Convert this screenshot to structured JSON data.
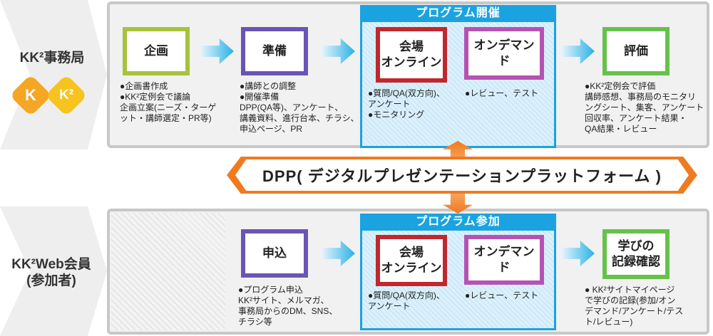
{
  "actors": {
    "office": "KK²事務局",
    "member": "KK²Web会員\n(参加者)"
  },
  "logo": {
    "letter1": "K",
    "letter2": "K²",
    "color1": "#f5a623",
    "color2": "#f7c31e"
  },
  "top": {
    "highlight_title": "プログラム開催",
    "boxes": {
      "plan": "企画",
      "prep": "準備",
      "venue": "会場\nオンライン",
      "ondemand": "オンデマンド",
      "eval": "評価"
    },
    "notes": {
      "plan": "●企画書作成\n●KK²定例会で議論\n企画立案(ニーズ・ターゲ\nット・講師選定・PR等)",
      "prep": "●講師との調整\n●開催準備\nDPP(QA等)、アンケート、\n講義資料、進行台本、チラシ、\n申込ページ、PR",
      "venue": "●質問/QA(双方向)、\nアンケート\n●モニタリング",
      "ondemand": "●レビュー、テスト",
      "eval": "●KK²定例会で評価\n講師感想、事務局のモニタリ\nングシート、集客、アンケート\n回収率、アンケート結果・\nQA結果・レビュー"
    }
  },
  "dpp": "DPP( デジタルプレゼンテーションプラットフォーム )",
  "bottom": {
    "highlight_title": "プログラム参加",
    "boxes": {
      "apply": "申込",
      "venue": "会場\nオンライン",
      "ondemand": "オンデマンド",
      "record": "学びの\n記録確認"
    },
    "notes": {
      "apply": "●プログラム申込\nKK²サイト、メルマガ、\n事務局からのDM、SNS、\nチラシ等",
      "venue": "●質問/QA(双方向)、\nアンケート",
      "ondemand": "●レビュー、テスト",
      "record": "● KK²サイトマイページ\nで学びの記録(参加/オン\nデマンド/アンケート/テス\nト/レビュー)"
    }
  }
}
